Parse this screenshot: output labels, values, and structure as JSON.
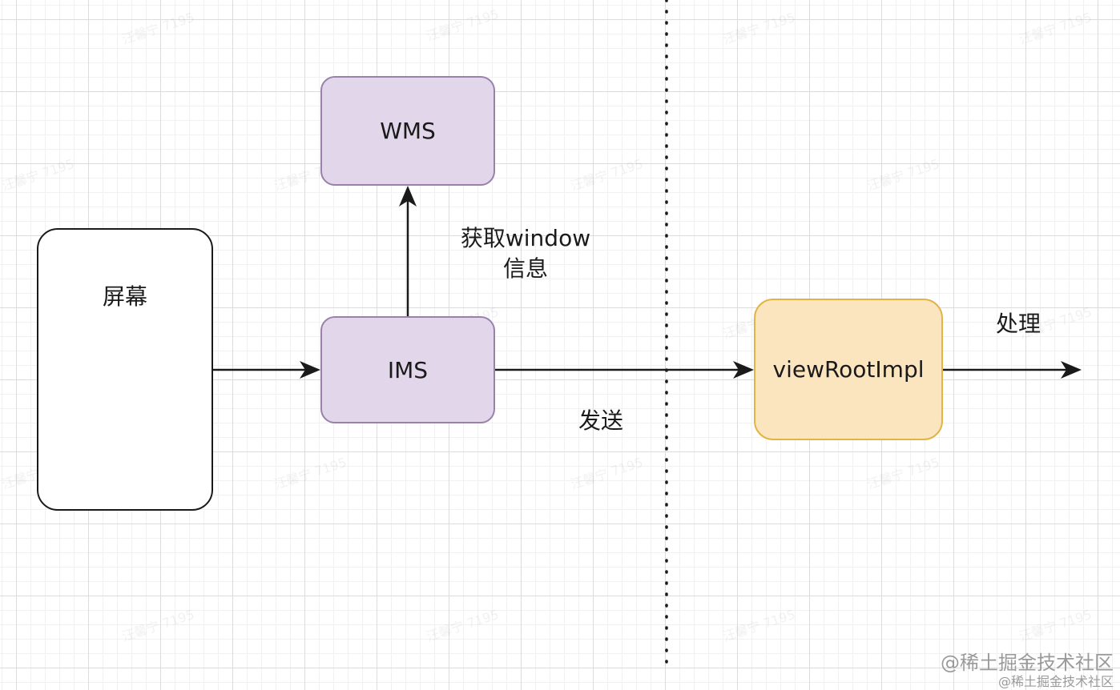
{
  "nodes": {
    "screen": "屏幕",
    "wms": "WMS",
    "ims": "IMS",
    "view_root_impl": "viewRootImpl"
  },
  "edge_labels": {
    "fetch_line1": "获取window",
    "fetch_line2": "信息",
    "send": "发送",
    "handle": "处理"
  },
  "watermark_text": "汪馨宁 7195",
  "credits": {
    "large": "@稀土掘金技术社区",
    "small": "@稀土掘金技术社区"
  },
  "colors": {
    "service_fill": "#e2d7ea",
    "service_border": "#9a80ab",
    "view_fill": "#fbe5bf",
    "view_border": "#e0b545",
    "line": "#1a1a1a"
  }
}
